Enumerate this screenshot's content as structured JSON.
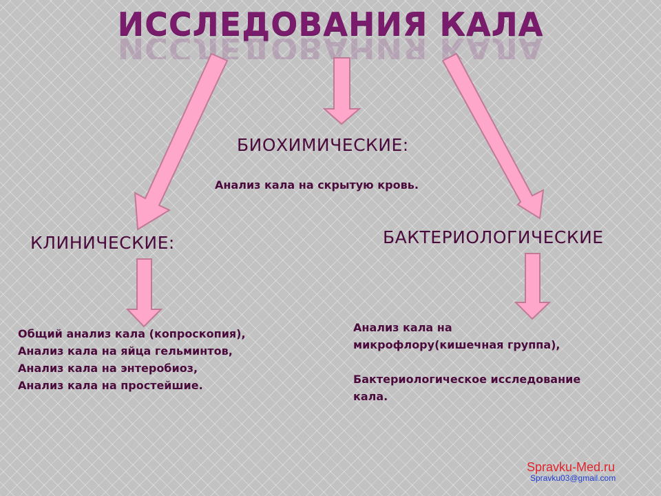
{
  "title": "ИССЛЕДОВАНИЯ КАЛА",
  "colors": {
    "title": "#7a1c6c",
    "text": "#4a0a3c",
    "arrow_fill": "#ffa6cb",
    "arrow_stroke": "#c07a95",
    "background": "#c2c2c2",
    "site": "#e0242c",
    "email": "#1f3cd0"
  },
  "branches": {
    "biochemical": {
      "heading": "БИОХИМИЧЕСКИЕ:",
      "items": [
        "Анализ кала на скрытую кровь."
      ]
    },
    "clinical": {
      "heading": "КЛИНИЧЕСКИЕ:",
      "items": [
        "Общий анализ кала (копроскопия),",
        "Анализ кала на яйца гельминтов,",
        "Анализ кала на энтеробиоз,",
        "Анализ кала на простейшие."
      ]
    },
    "bacteriological": {
      "heading": "БАКТЕРИОЛОГИЧЕСКИЕ",
      "items": [
        "Анализ кала на",
        "микрофлору(кишечная группа),",
        "",
        "Бактериологическое исследование",
        "кала."
      ]
    }
  },
  "footer": {
    "site": "Spravku-Med.ru",
    "email": "Spravku03@gmail.com"
  }
}
